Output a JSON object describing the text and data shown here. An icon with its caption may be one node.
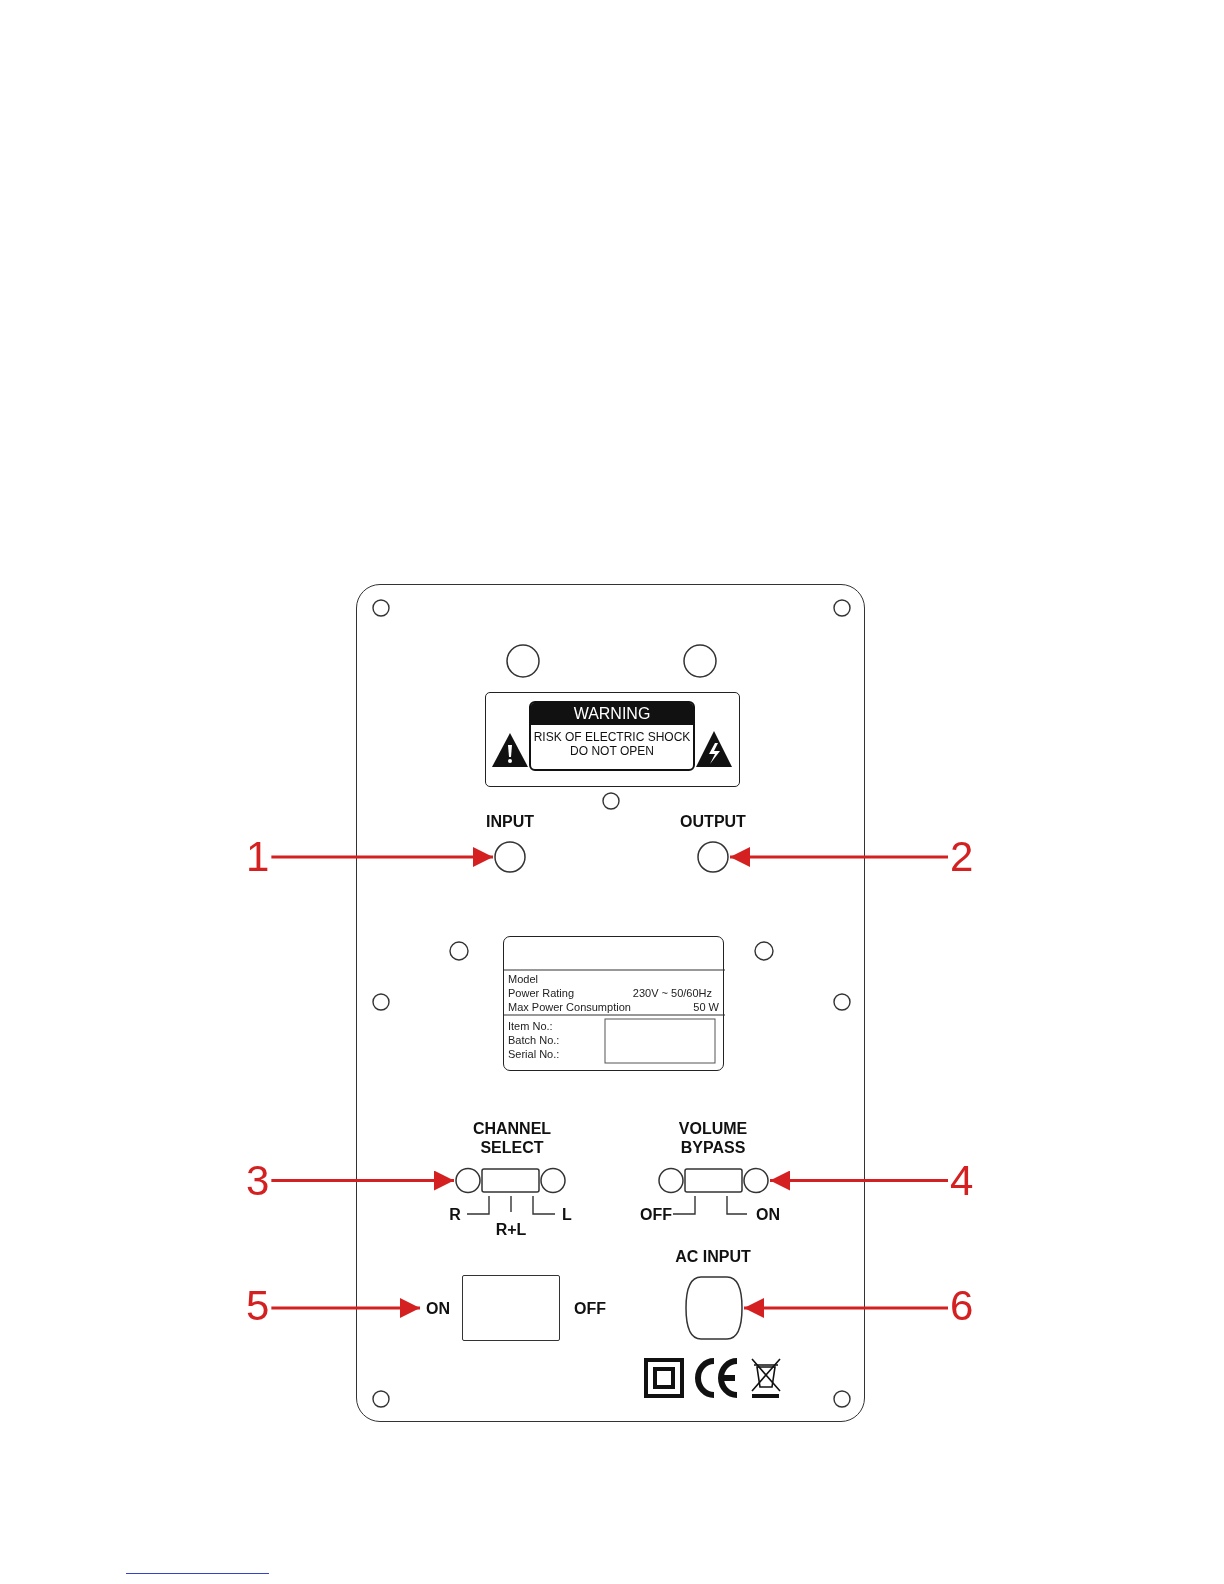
{
  "diagram": {
    "nodes": [
      {
        "text": [],
        "shape": "box"
      },
      {
        "text": [
          "WARNING",
          "RISK OF ELECTRIC SHOCK DO NOT OPEN"
        ],
        "in": 0
      },
      {
        "text": [
          "Model",
          "Power Rating",
          "230V ~ 50/60Hz",
          "Max Power Consumption",
          "50 W",
          "Item No.:",
          "Batch No.:",
          "Serial No.:"
        ],
        "in": 0
      },
      {
        "text": [],
        "shape": "circle",
        "in": 0,
        "beside": [
          "INPUT"
        ]
      },
      {
        "text": [],
        "shape": "circle",
        "in": 0,
        "beside": [
          "OUTPUT"
        ]
      },
      {
        "text": [],
        "shape": "box",
        "in": 0,
        "beside": [
          "CHANNEL SELECT",
          "R",
          "R+L",
          "L"
        ]
      },
      {
        "text": [],
        "shape": "box",
        "in": 0,
        "beside": [
          "VOLUME BYPASS",
          "OFF",
          "ON"
        ]
      },
      {
        "text": [],
        "shape": "box",
        "in": 0,
        "beside": [
          "ON",
          "OFF"
        ]
      },
      {
        "text": [],
        "shape": "circle",
        "in": 0,
        "beside": [
          "AC INPUT"
        ]
      },
      {
        "text": [
          "1"
        ]
      },
      {
        "text": [
          "2"
        ]
      },
      {
        "text": [
          "3"
        ]
      },
      {
        "text": [
          "4"
        ]
      },
      {
        "text": [
          "5"
        ]
      },
      {
        "text": [
          "6"
        ]
      },
      {
        "text": [],
        "shape": "circle",
        "in": 0
      },
      {
        "text": [],
        "shape": "circle",
        "in": 0
      }
    ],
    "edges": [
      {
        "from": 9,
        "to": 3,
        "arrow": "to"
      },
      {
        "from": 10,
        "to": 4,
        "arrow": "to"
      },
      {
        "from": 11,
        "to": 5,
        "arrow": "to"
      },
      {
        "from": 12,
        "to": 6,
        "arrow": "to"
      },
      {
        "from": 13,
        "to": 7,
        "arrow": "to"
      },
      {
        "from": 14,
        "to": 8,
        "arrow": "to"
      }
    ]
  }
}
